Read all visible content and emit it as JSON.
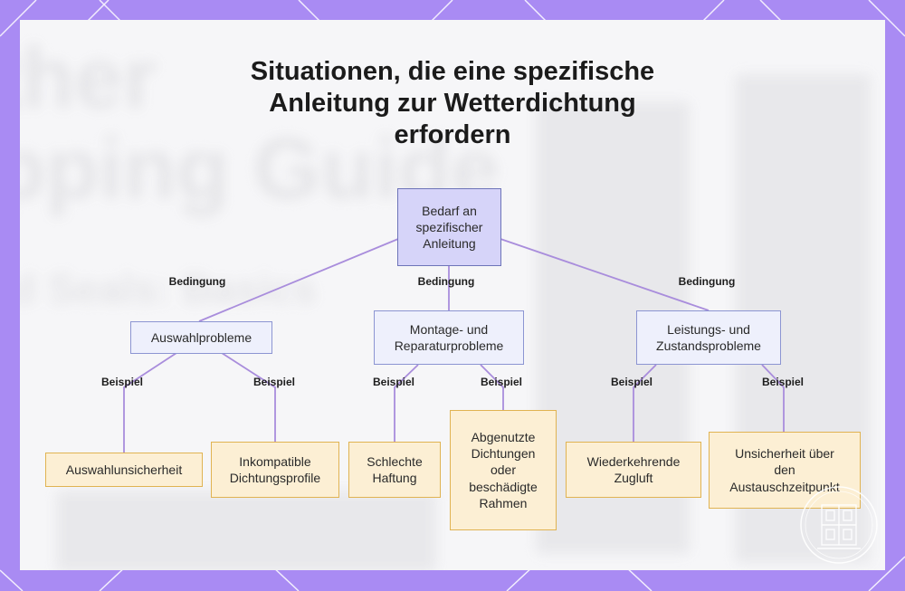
{
  "title_lines": [
    "Situationen, die eine spezifische",
    "Anleitung zur Wetterdichtung",
    "erfordern"
  ],
  "background_text": [
    "ther",
    "pping Guide",
    "d Seals: Basics"
  ],
  "colors": {
    "frame": "#a98bf3",
    "connector": "#a98ddc",
    "root_fill": "#d6d4f9",
    "category_fill": "#eef0fc",
    "leaf_fill": "#fcefd4",
    "leaf_border": "#e0b352"
  },
  "nodes": {
    "root": "Bedarf an spezifischer Anleitung",
    "cat1": "Auswahlprobleme",
    "cat2": "Montage- und Reparaturprobleme",
    "cat3": "Leistungs- und Zustandsprobleme",
    "leaf1": "Auswahlunsicherheit",
    "leaf2": "Inkompatible Dichtungsprofile",
    "leaf3": "Schlechte Haftung",
    "leaf4": "Abgenutzte Dichtungen oder beschädigte Rahmen",
    "leaf5": "Wiederkehrende Zugluft",
    "leaf6": "Unsicherheit über den Austauschzeitpunkt"
  },
  "edge_labels": {
    "condition": "Bedingung",
    "example": "Beispiel"
  },
  "logo_icon": "window-logo-icon"
}
